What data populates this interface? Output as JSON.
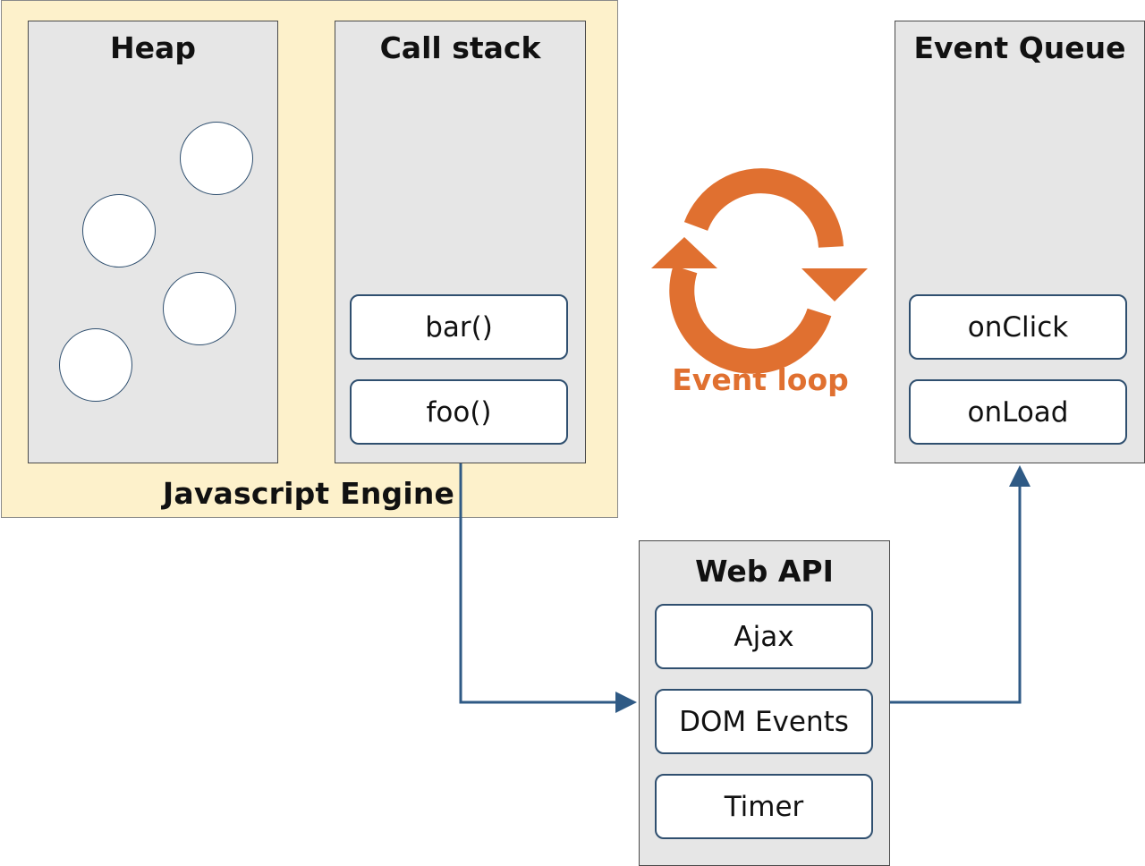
{
  "engine": {
    "label": "Javascript Engine"
  },
  "heap": {
    "title": "Heap",
    "object_count": 4
  },
  "call_stack": {
    "title": "Call stack",
    "frames": [
      "bar()",
      "foo()"
    ]
  },
  "event_loop": {
    "label": "Event loop",
    "color": "#e07030"
  },
  "event_queue": {
    "title": "Event Queue",
    "items": [
      "onClick",
      "onLoad"
    ]
  },
  "web_api": {
    "title": "Web API",
    "items": [
      "Ajax",
      "DOM Events",
      "Timer"
    ]
  },
  "colors": {
    "engine_bg": "#fdf1cb",
    "panel_bg": "#e6e6e6",
    "box_border": "#2f4f6f",
    "arrow": "#2f5a85",
    "loop_arrow": "#e07030"
  }
}
